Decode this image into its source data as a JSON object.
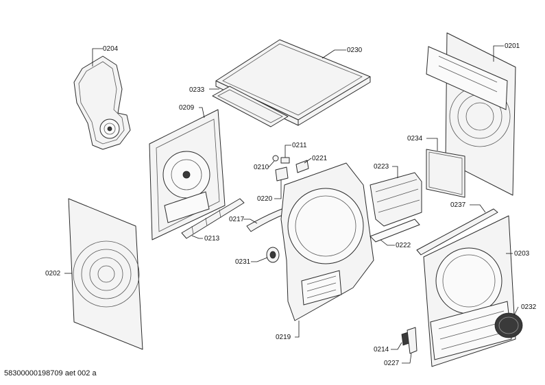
{
  "callouts": [
    {
      "id": "p0204",
      "label": "0204"
    },
    {
      "id": "p0230",
      "label": "0230"
    },
    {
      "id": "p0201",
      "label": "0201"
    },
    {
      "id": "p0233",
      "label": "0233"
    },
    {
      "id": "p0209",
      "label": "0209"
    },
    {
      "id": "p0211",
      "label": "0211"
    },
    {
      "id": "p0210",
      "label": "0210"
    },
    {
      "id": "p0221",
      "label": "0221"
    },
    {
      "id": "p0234",
      "label": "0234"
    },
    {
      "id": "p0223",
      "label": "0223"
    },
    {
      "id": "p0220",
      "label": "0220"
    },
    {
      "id": "p0237",
      "label": "0237"
    },
    {
      "id": "p0217",
      "label": "0217"
    },
    {
      "id": "p0213",
      "label": "0213"
    },
    {
      "id": "p0222",
      "label": "0222"
    },
    {
      "id": "p0203",
      "label": "0203"
    },
    {
      "id": "p0231",
      "label": "0231"
    },
    {
      "id": "p0202",
      "label": "0202"
    },
    {
      "id": "p0232",
      "label": "0232"
    },
    {
      "id": "p0219",
      "label": "0219"
    },
    {
      "id": "p0214",
      "label": "0214"
    },
    {
      "id": "p0227",
      "label": "0227"
    }
  ],
  "footer": {
    "code": "58300000198709 aet 002 a"
  }
}
